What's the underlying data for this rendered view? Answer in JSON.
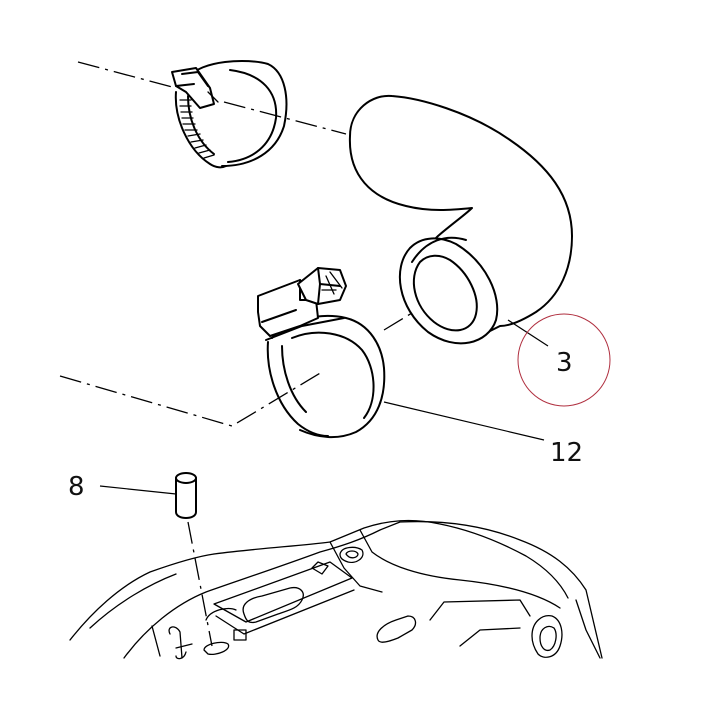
{
  "callouts": {
    "hose": "3",
    "clamp": "12",
    "pin": "8"
  },
  "colors": {
    "line": "#000000",
    "highlight_circle": "#b03040",
    "background": "#ffffff"
  }
}
